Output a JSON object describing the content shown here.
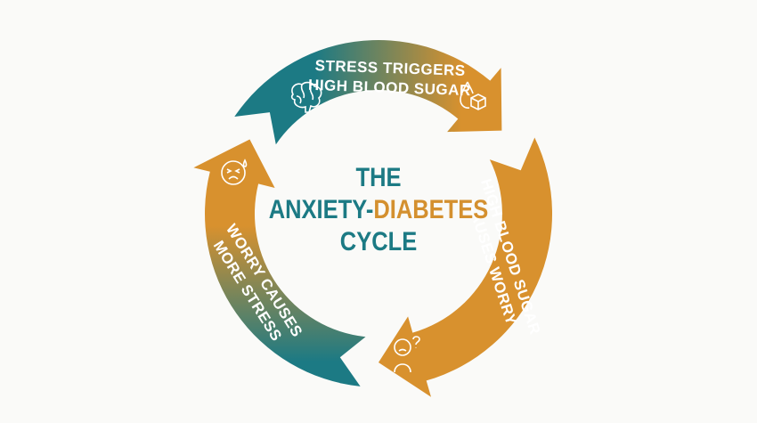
{
  "title": {
    "line1": "THE",
    "line2a": "ANXIETY-",
    "line2b": "DIABETES",
    "line3": "CYCLE"
  },
  "steps": [
    {
      "line1": "STRESS TRIGGERS",
      "line2": "HIGH BLOOD SUGAR",
      "icons": [
        "brain-icon",
        "blood-drop-sugar-cube-icon"
      ]
    },
    {
      "line1": "HIGH BLOOD SUGAR",
      "line2": "CAUSES WORRY",
      "icons": [
        "worried-person-icon"
      ]
    },
    {
      "line1": "WORRY CAUSES",
      "line2": "MORE STRESS",
      "icons": [
        "anxious-face-icon"
      ]
    }
  ],
  "colors": {
    "teal": "#1c7a84",
    "orange": "#d8912e",
    "background": "#fafaf8"
  }
}
